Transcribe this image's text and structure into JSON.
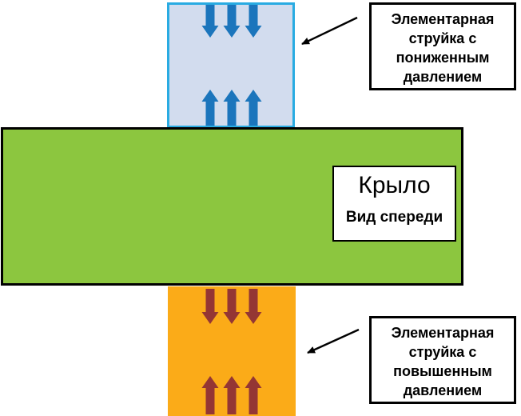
{
  "wing": {
    "name": "Крыло",
    "view": "Вид спереди"
  },
  "callouts": {
    "top": {
      "lines": [
        "Элементарная",
        "струйка с",
        "пониженным",
        "давлением"
      ],
      "full_text": "Элементарная струйка с пониженным давлением"
    },
    "bottom": {
      "lines": [
        "Элементарная",
        "струйка с",
        "повышенным",
        "давлением"
      ],
      "full_text": "Элементарная струйка с повышенным давлением"
    }
  },
  "colors": {
    "background": "#ffffff",
    "stream_top_fill": "#d2dcee",
    "stream_top_border": "#29abe2",
    "stream_top_arrows": "#1b75bc",
    "wing_fill": "#8cc63f",
    "wing_border": "#000000",
    "stream_bottom_fill": "#fbab18",
    "stream_bottom_arrows": "#943634",
    "callout_border": "#000000",
    "leader_arrows": "#000000"
  },
  "icons": {
    "blue_arrows": "pressure-flow-arrows",
    "red_arrows": "pressure-flow-arrows",
    "leaders": "pointer-arrow"
  }
}
